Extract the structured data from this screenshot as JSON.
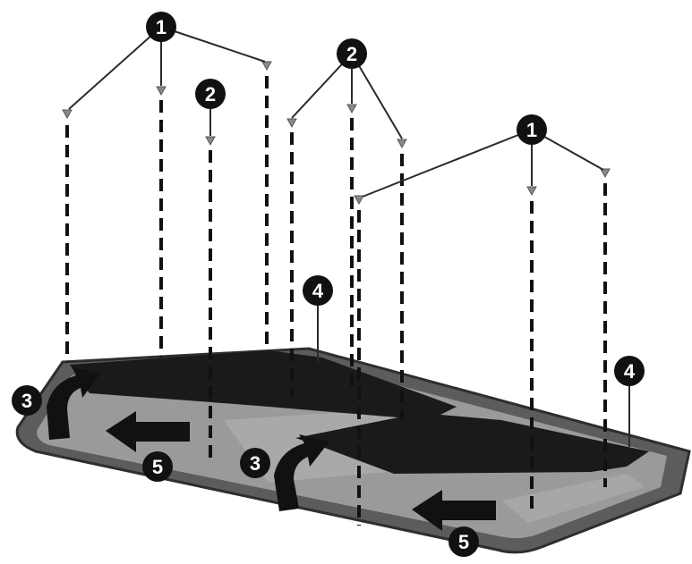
{
  "diagram": {
    "callouts": [
      {
        "id": "c1a",
        "label": "1"
      },
      {
        "id": "c1b",
        "label": "1"
      },
      {
        "id": "c2a",
        "label": "2"
      },
      {
        "id": "c2b",
        "label": "2"
      },
      {
        "id": "c3a",
        "label": "3"
      },
      {
        "id": "c3b",
        "label": "3"
      },
      {
        "id": "c4a",
        "label": "4"
      },
      {
        "id": "c4b",
        "label": "4"
      },
      {
        "id": "c5a",
        "label": "5"
      },
      {
        "id": "c5b",
        "label": "5"
      }
    ]
  },
  "colors": {
    "chassis": "#5c5c5c",
    "chassis_inner": "#9a9a9a",
    "panel": "#1a1a1a",
    "callout": "#111111"
  }
}
